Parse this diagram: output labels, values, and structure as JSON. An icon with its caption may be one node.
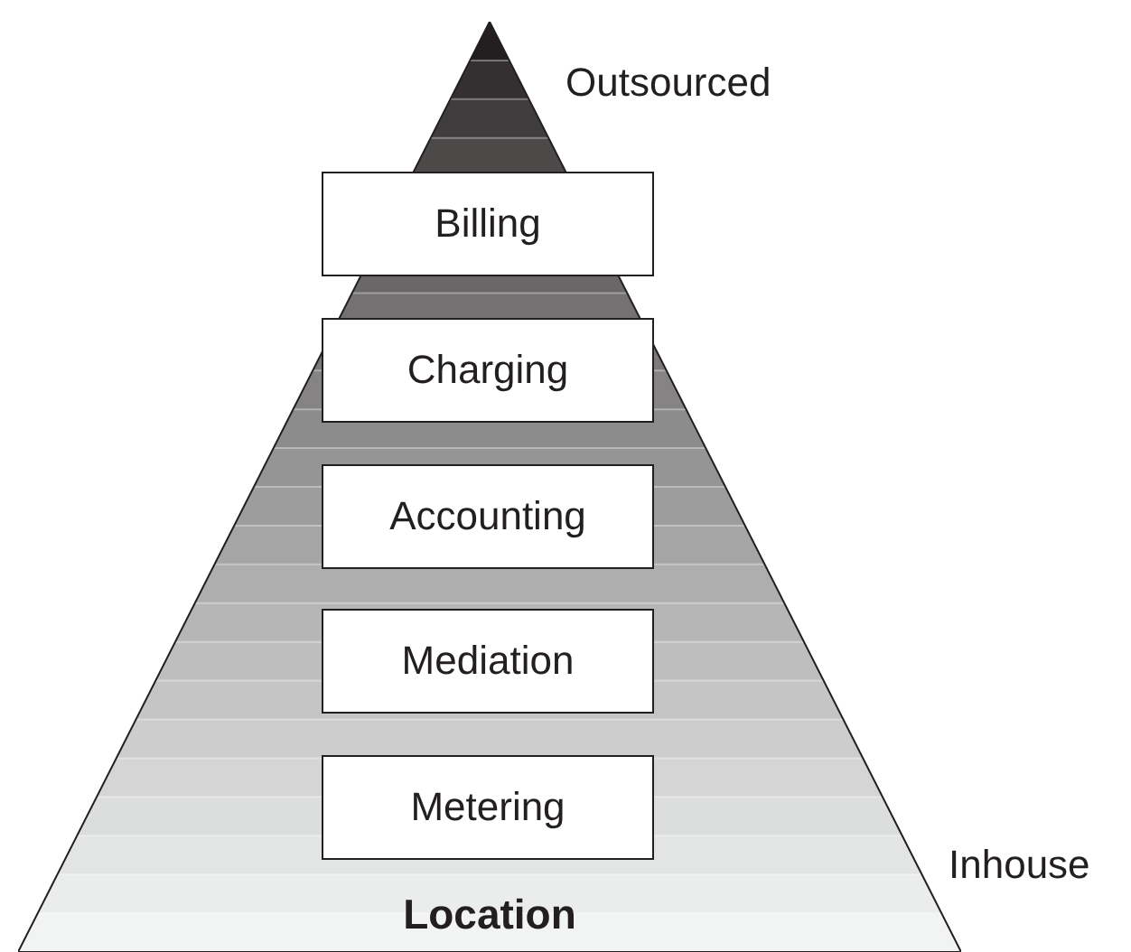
{
  "diagram": {
    "nodes": [
      {
        "text": [
          "Location"
        ]
      },
      {
        "text": [
          "Billing"
        ],
        "in": 0
      },
      {
        "text": [
          "Charging"
        ],
        "in": 0
      },
      {
        "text": [
          "Accounting"
        ],
        "in": 0
      },
      {
        "text": [
          "Mediation"
        ],
        "in": 0
      },
      {
        "text": [
          "Metering"
        ],
        "in": 0
      }
    ],
    "labels": [
      "Outsourced",
      "Inhouse"
    ]
  }
}
